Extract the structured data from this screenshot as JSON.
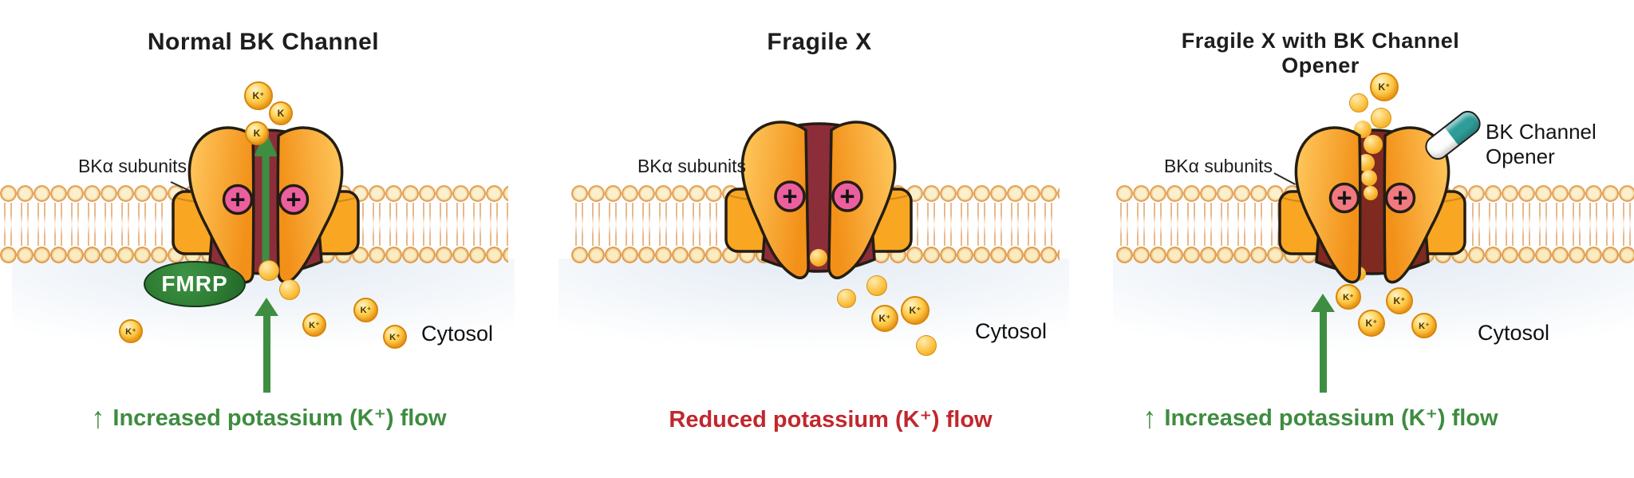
{
  "panels": [
    {
      "title": "Normal BK Channel",
      "subunit_label": "BKα subunits",
      "protein_label": "FMRP",
      "ions_above": [
        "K⁺",
        "K",
        "K"
      ],
      "ions_cytosol": [
        "K⁺",
        "K⁺",
        "K⁺",
        "K⁺"
      ],
      "cytosol_label": "Cytosol",
      "caption_arrow": "↑",
      "caption": "Increased potassium (K⁺) flow",
      "caption_color": "#3E8C40"
    },
    {
      "title": "Fragile X",
      "subunit_label": "BKα subunits",
      "ions_cytosol": [
        "K⁺",
        "K⁺"
      ],
      "cytosol_label": "Cytosol",
      "caption": "Reduced potassium (K⁺) flow",
      "caption_color": "#C1272D"
    },
    {
      "title": "Fragile X with BK Channel Opener",
      "subunit_label": "BKα subunits",
      "opener_label": "BK Channel Opener",
      "ion_above": "K⁺",
      "ions_cytosol": [
        "K⁺",
        "K⁺",
        "K⁺",
        "K⁺"
      ],
      "cytosol_label": "Cytosol",
      "caption_arrow": "↑",
      "caption": "Increased potassium (K⁺) flow",
      "caption_color": "#3E8C40"
    }
  ],
  "symbols": {
    "plus": "+"
  },
  "colors": {
    "subunit_orange": "#F6A11C",
    "pore_red": "#8C2E3A",
    "plus_circle_pink": "#EC5F9E",
    "plus_circle_salmon": "#F0797F",
    "fmrp_green": "#2E7D33",
    "arrow_green": "#3E8E41",
    "ion_gold": "#FBBD3C",
    "capsule_teal": "#2A9B96",
    "membrane_head": "#FAEBC4"
  }
}
